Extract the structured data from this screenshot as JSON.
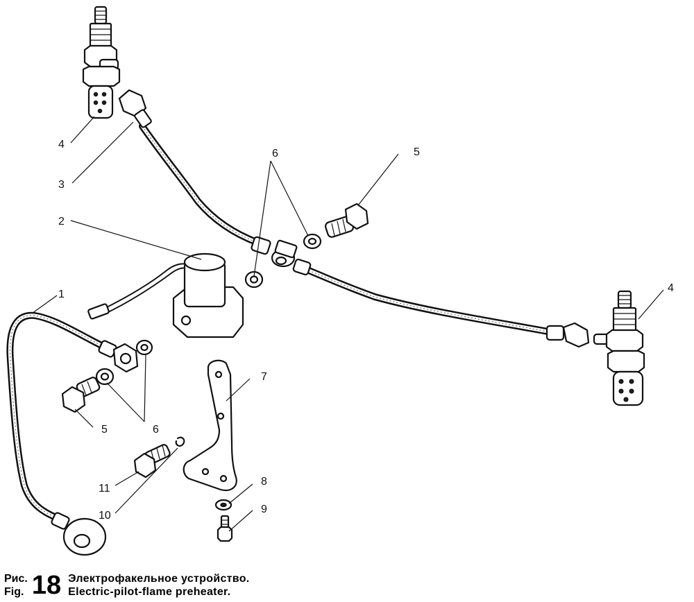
{
  "callouts": {
    "c1": "1",
    "c2": "2",
    "c3": "3",
    "c4_top": "4",
    "c4_right": "4",
    "c5_bolt_top": "5",
    "c5_bolt_left": "5",
    "c6_top": "6",
    "c6_left": "6",
    "c7": "7",
    "c8": "8",
    "c9": "9",
    "c10": "10",
    "c11": "11"
  },
  "caption": {
    "prefix_ru": "Рис.",
    "prefix_en": "Fig.",
    "number": "18",
    "title_ru": "Электрофакельное устройство.",
    "title_en": "Electric-pilot-flame preheater."
  }
}
